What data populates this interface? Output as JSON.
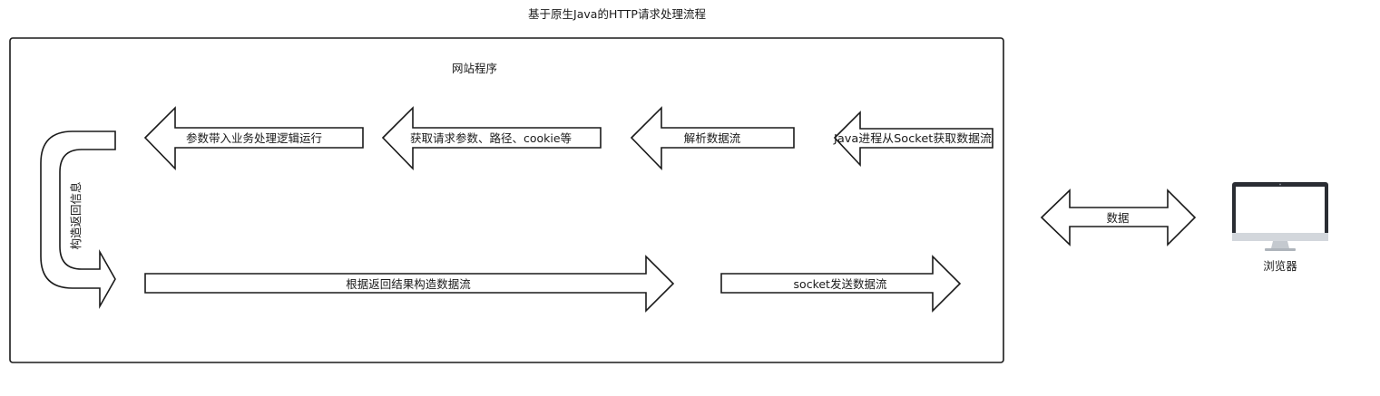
{
  "title": "基于原生Java的HTTP请求处理流程",
  "container": {
    "label": "网站程序"
  },
  "top_row": [
    "参数带入业务处理逻辑运行",
    "获取请求参数、路径、cookie等",
    "解析数据流",
    "Java进程从Socket获取数据流"
  ],
  "loop_label": "构造返回信息",
  "bottom_row": [
    "根据返回结果构造数据流",
    "socket发送数据流"
  ],
  "exchange_label": "数据",
  "browser": {
    "icon": "monitor-icon",
    "label": "浏览器"
  }
}
